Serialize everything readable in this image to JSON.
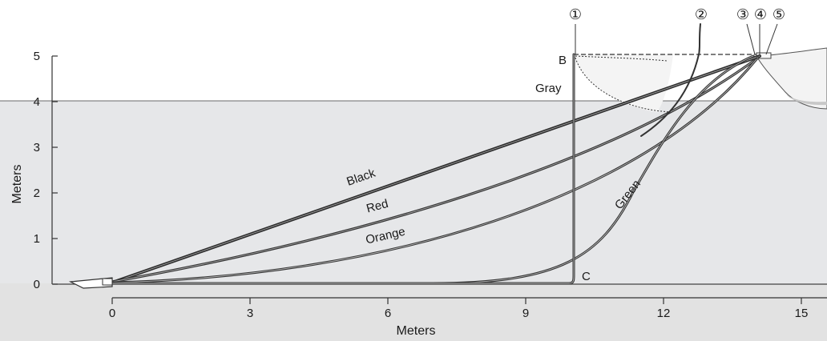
{
  "y_axis": {
    "title": "Meters",
    "ticks": [
      "0",
      "1",
      "2",
      "3",
      "4",
      "5"
    ]
  },
  "x_axis": {
    "title": "Meters",
    "ticks": [
      "0",
      "3",
      "6",
      "9",
      "12",
      "15"
    ]
  },
  "curves": {
    "black": "Black",
    "red": "Red",
    "orange": "Orange",
    "green": "Green",
    "gray": "Gray"
  },
  "points": {
    "b": "B",
    "c": "C"
  },
  "positions": [
    "①",
    "②",
    "③",
    "④",
    "⑤"
  ],
  "colors": {
    "water": "#e8e9eb",
    "seabed": "#dcdcdc",
    "rode": "#3a3a3a",
    "hull": "#f1f1f1"
  }
}
